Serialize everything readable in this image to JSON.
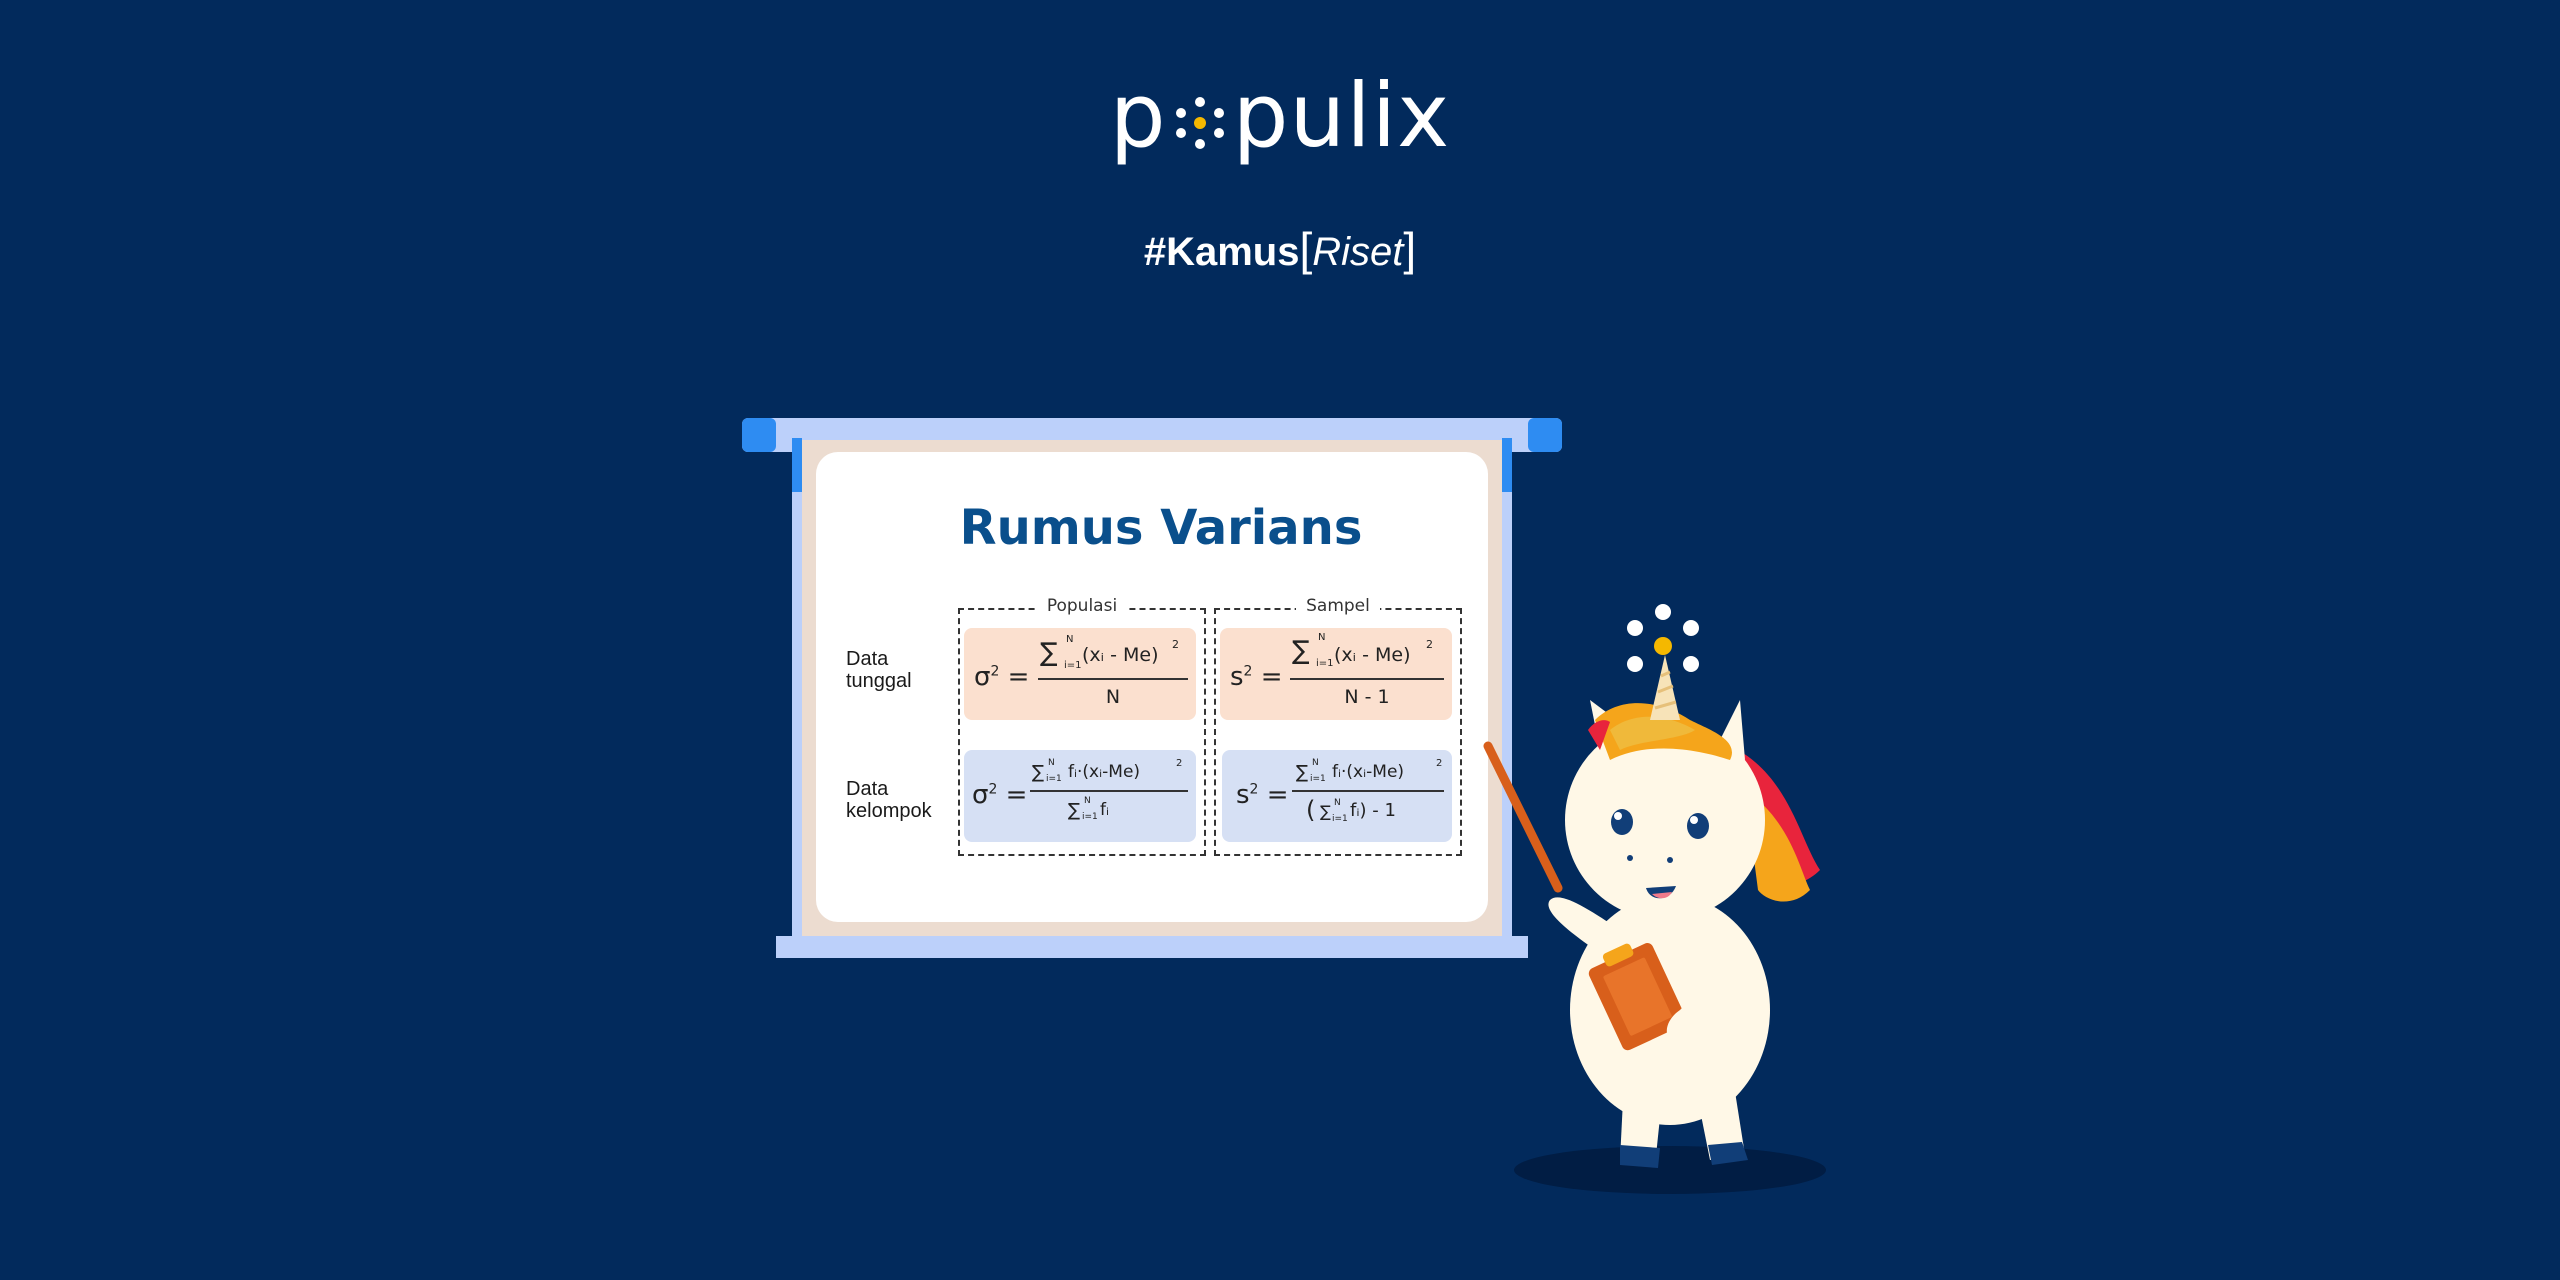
{
  "brand": {
    "logo_left": "p",
    "logo_right": "pulix",
    "dot_color": "#f5b800"
  },
  "tagline": {
    "hash": "#Kamus",
    "open_bracket": "[",
    "topic": "Riset",
    "close_bracket": "]"
  },
  "slide": {
    "title": "Rumus Varians",
    "columns": [
      "Populasi",
      "Sampel"
    ],
    "rows": [
      {
        "label_line1": "Data",
        "label_line2": "tunggal"
      },
      {
        "label_line1": "Data",
        "label_line2": "kelompok"
      }
    ],
    "formulas": {
      "pop_single": {
        "lhs": "σ",
        "num": "(xᵢ - Me)",
        "den": "N"
      },
      "samp_single": {
        "lhs": "s",
        "num": "(xᵢ - Me)",
        "den": "N - 1"
      },
      "pop_group": {
        "lhs": "σ",
        "num": "fᵢ·(xᵢ-Me)",
        "den": "fᵢ"
      },
      "samp_group": {
        "lhs": "s",
        "num": "fᵢ·(xᵢ-Me)",
        "den": "fᵢ) - 1"
      }
    }
  },
  "colors": {
    "background": "#022a5c",
    "title": "#0a4f8c",
    "screen_frame": "#bcd0fa",
    "screen_accent": "#2e8cf2",
    "cell_peach": "#fbe0cf",
    "cell_blue": "#d6e0f4"
  }
}
